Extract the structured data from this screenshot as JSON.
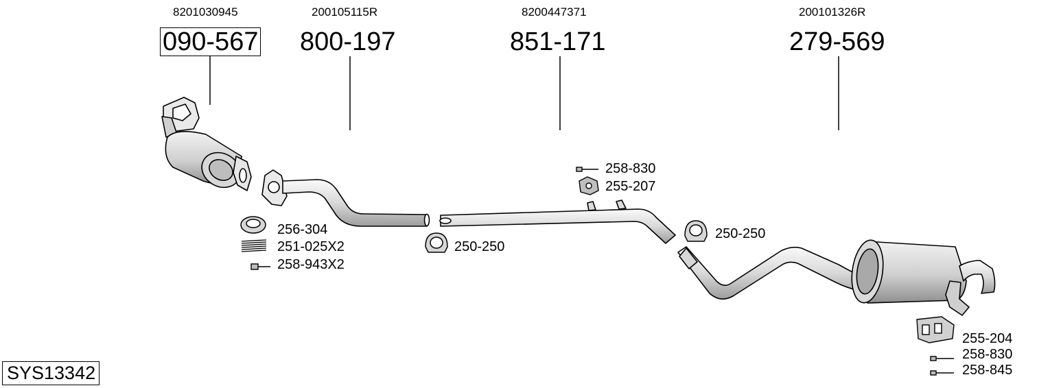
{
  "system": {
    "code": "SYS13342"
  },
  "parts": [
    {
      "oe": "8201030945",
      "number": "090-567",
      "highlighted": true
    },
    {
      "oe": "200105115R",
      "number": "800-197"
    },
    {
      "oe": "8200447371",
      "number": "851-171"
    },
    {
      "oe": "200101326R",
      "number": "279-569"
    }
  ],
  "accessories": [
    "256-304",
    "251-025X2",
    "258-943X2",
    "250-250",
    "258-830",
    "255-207",
    "250-250",
    "255-204",
    "258-830",
    "258-845"
  ],
  "colors": {
    "line": "#000000",
    "part_fill": "#e8e8e8",
    "part_shade": "#b4b4b4"
  }
}
